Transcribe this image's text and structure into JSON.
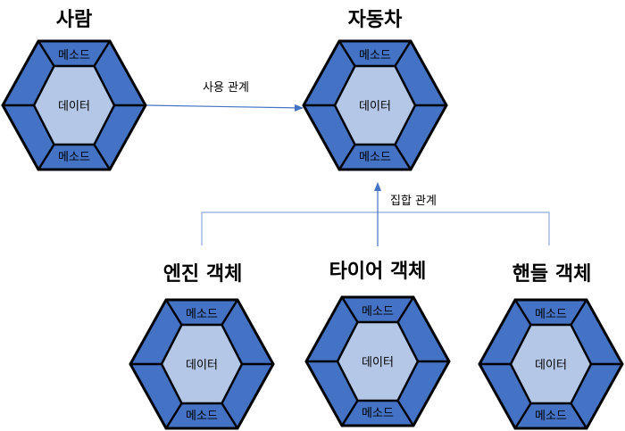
{
  "objects": {
    "person": {
      "title": "사람",
      "method_top": "메소드",
      "data": "데이터",
      "method_bottom": "메소드"
    },
    "car": {
      "title": "자동차",
      "method_top": "메소드",
      "data": "데이터",
      "method_bottom": "메소드"
    },
    "engine": {
      "title": "엔진 객체",
      "method_top": "메소드",
      "data": "데이터",
      "method_bottom": "메소드"
    },
    "tire": {
      "title": "타이어 객체",
      "method_top": "메소드",
      "data": "데이터",
      "method_bottom": "메소드"
    },
    "handle": {
      "title": "핸들 객체",
      "method_top": "메소드",
      "data": "데이터",
      "method_bottom": "메소드"
    }
  },
  "relations": {
    "use": "사용 관계",
    "aggregation": "집합 관계"
  },
  "colors": {
    "outer": "#4472C4",
    "inner": "#B4C7E7",
    "stroke": "#000000",
    "arrow": "#4472C4",
    "connector": "#8FAADC"
  }
}
